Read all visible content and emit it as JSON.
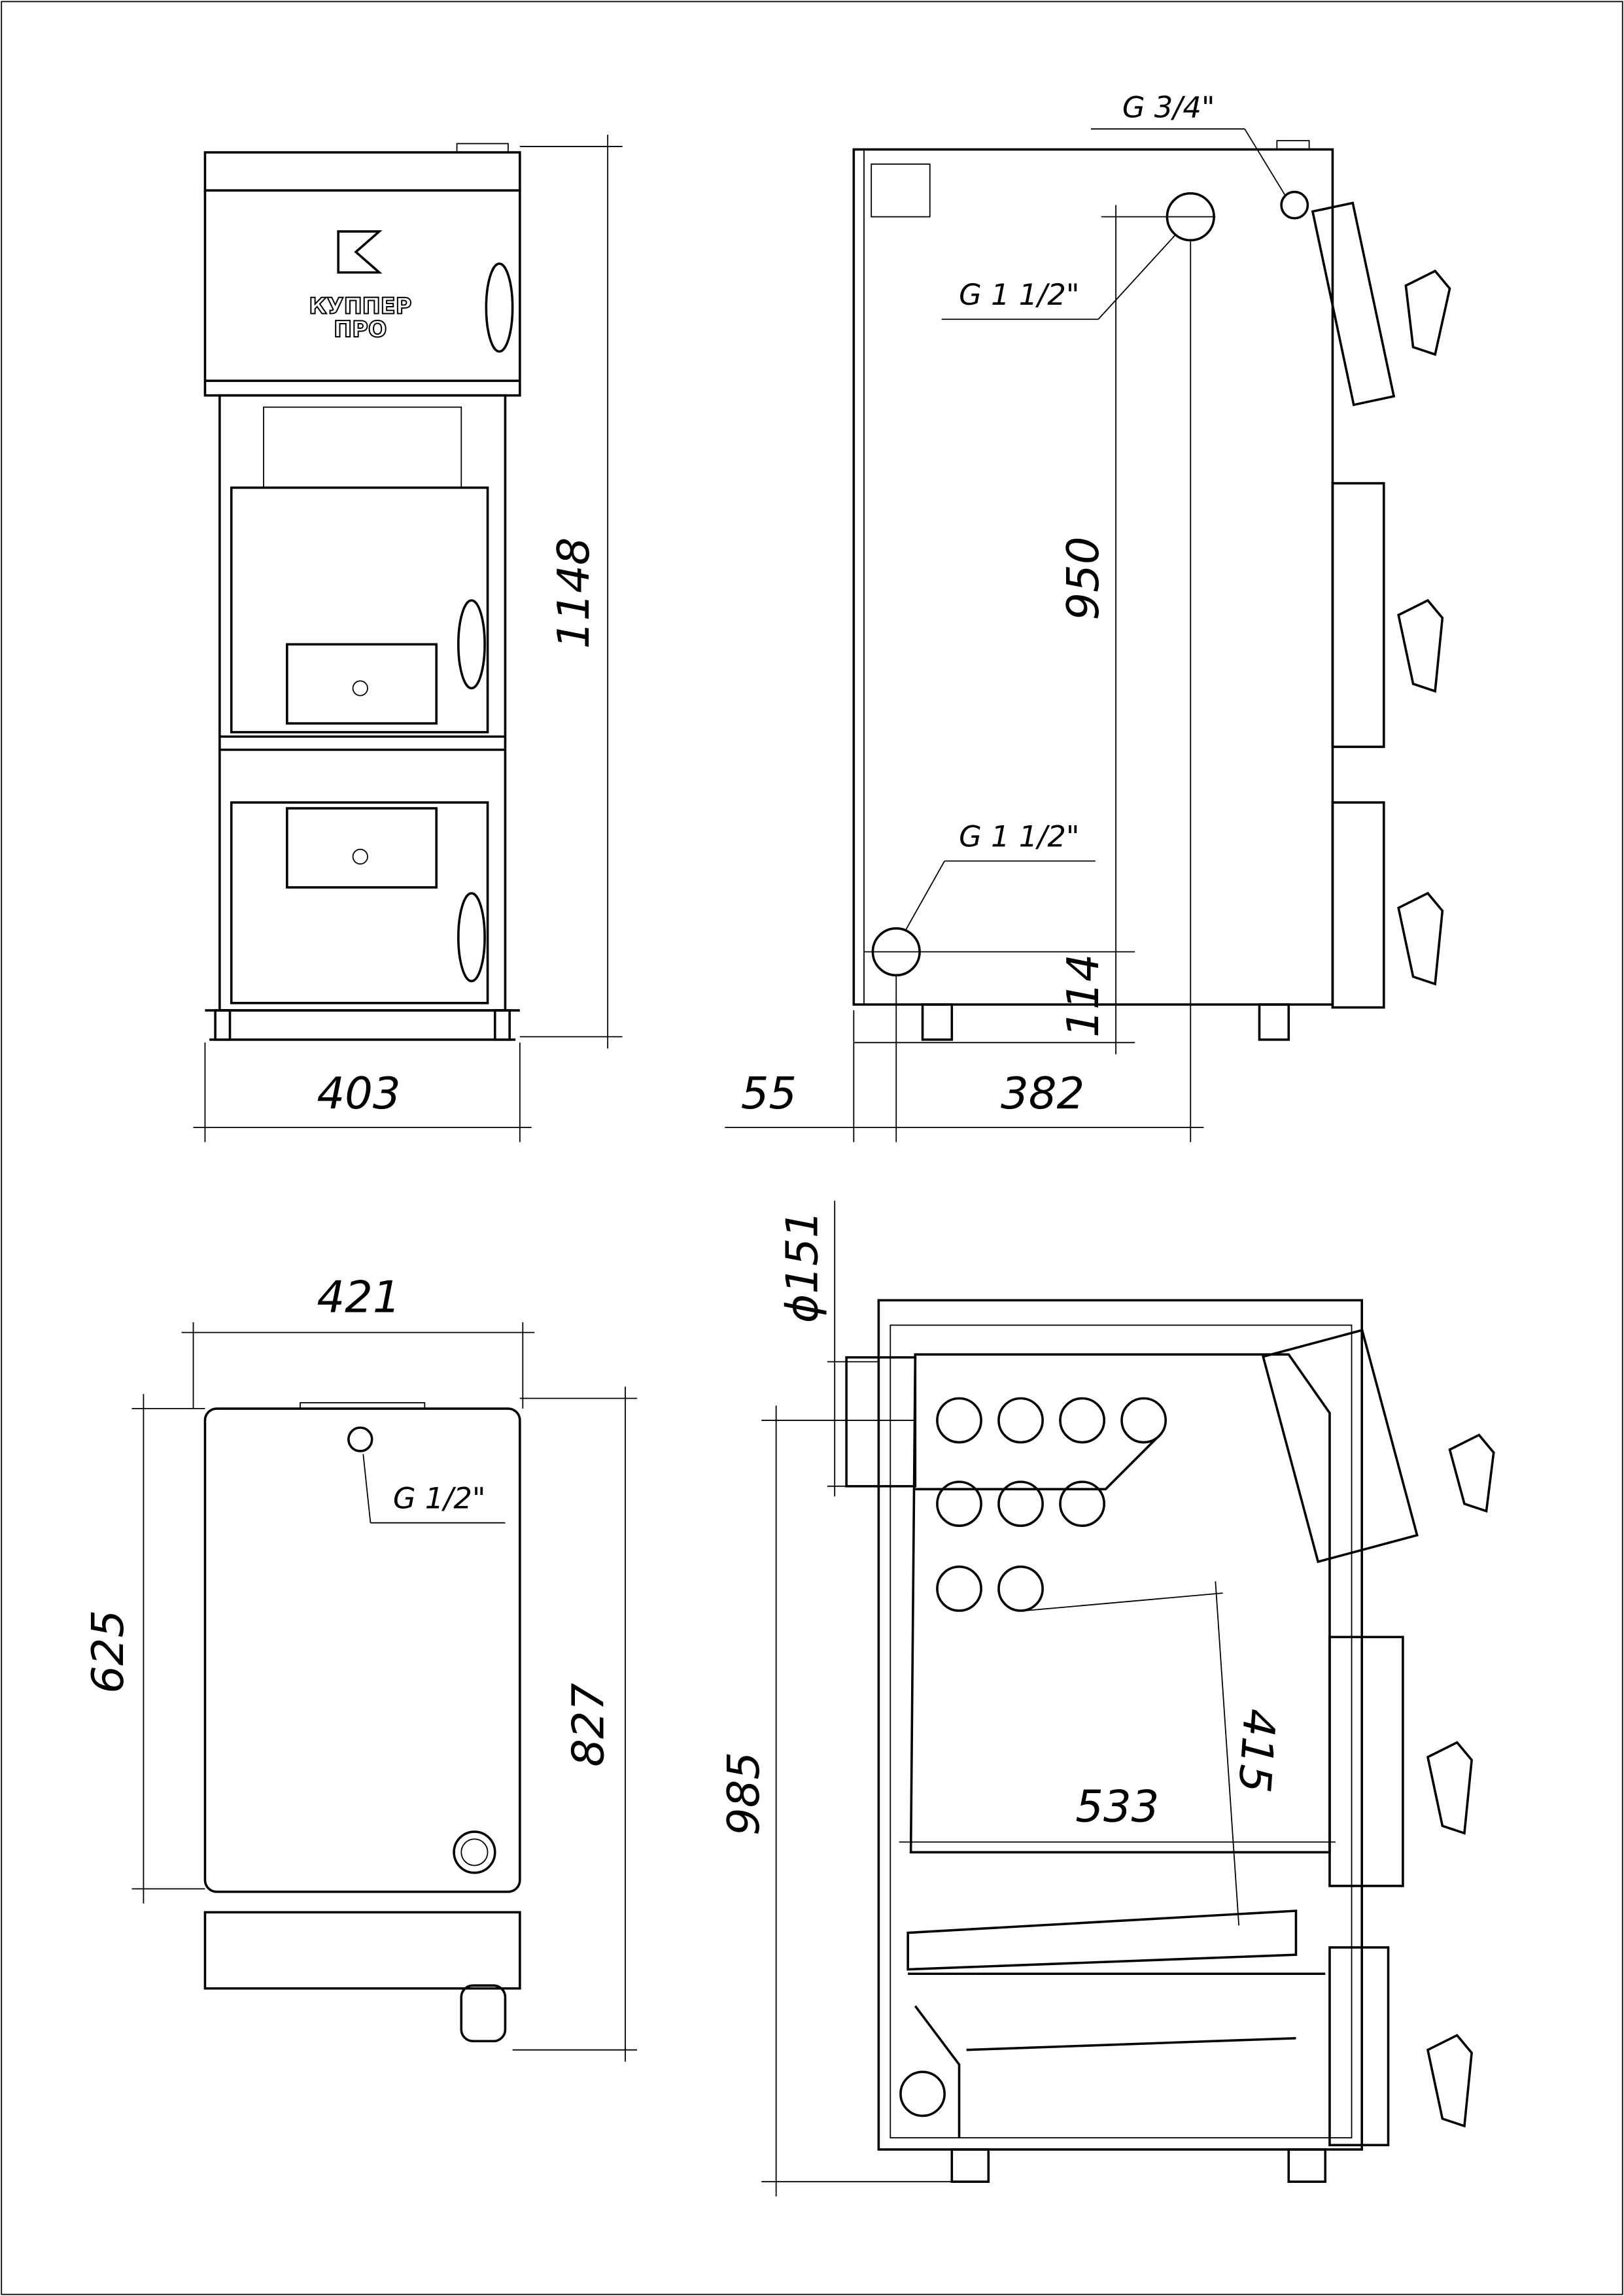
{
  "logo": {
    "brand_line1": "КУППЕР",
    "brand_line2": "ПРО"
  },
  "front_view": {
    "height_dim": "1148",
    "width_dim": "403"
  },
  "side_view": {
    "top_fitting_label": "G 3/4\"",
    "supply_label": "G 1 1/2\"",
    "return_label": "G 1 1/2\"",
    "pipe_spacing_dim": "950",
    "return_height_dim": "114",
    "offset_dim": "55",
    "depth_dim": "382"
  },
  "top_view": {
    "width_dim": "421",
    "depth_dim": "625",
    "overall_depth_dim": "827",
    "fitting_label": "G 1/2\""
  },
  "section_view": {
    "flue_dim": "ϕ151",
    "height_dim": "985",
    "firebox_length_dim": "533",
    "firebox_height_dim": "415"
  }
}
